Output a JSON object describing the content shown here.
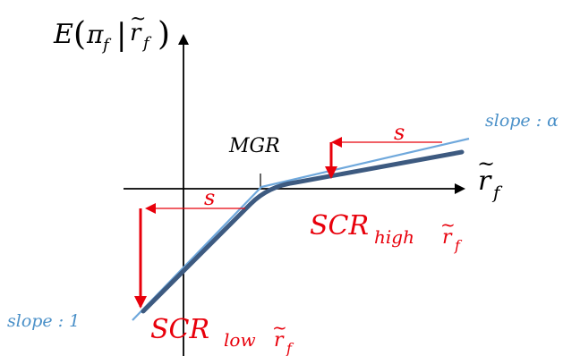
{
  "diagram": {
    "y_axis_label": {
      "main": "E",
      "open": "(",
      "pi": "π",
      "pi_sub": "f",
      "bar": "|",
      "r": "r",
      "r_tilde": "~",
      "r_sub": "f",
      "close": ")"
    },
    "x_axis_label": {
      "r": "r",
      "r_tilde": "~",
      "r_sub": "f"
    },
    "mgr_label": "MGR",
    "shift_label_upper": "s",
    "shift_label_lower": "s",
    "slope_alpha_label": "slope : α",
    "slope_one_label": "slope : 1",
    "scr_high": {
      "main": "SCR",
      "sub": "high",
      "r": "r",
      "r_tilde": "~",
      "r_sub": "f"
    },
    "scr_low": {
      "main": "SCR",
      "sub": "low",
      "r": "r",
      "r_tilde": "~",
      "r_sub": "f"
    },
    "colors": {
      "axis": "#000000",
      "red": "#e8000b",
      "light_blue": "#6fa8dc",
      "dark_blue": "#3d5a80"
    }
  }
}
